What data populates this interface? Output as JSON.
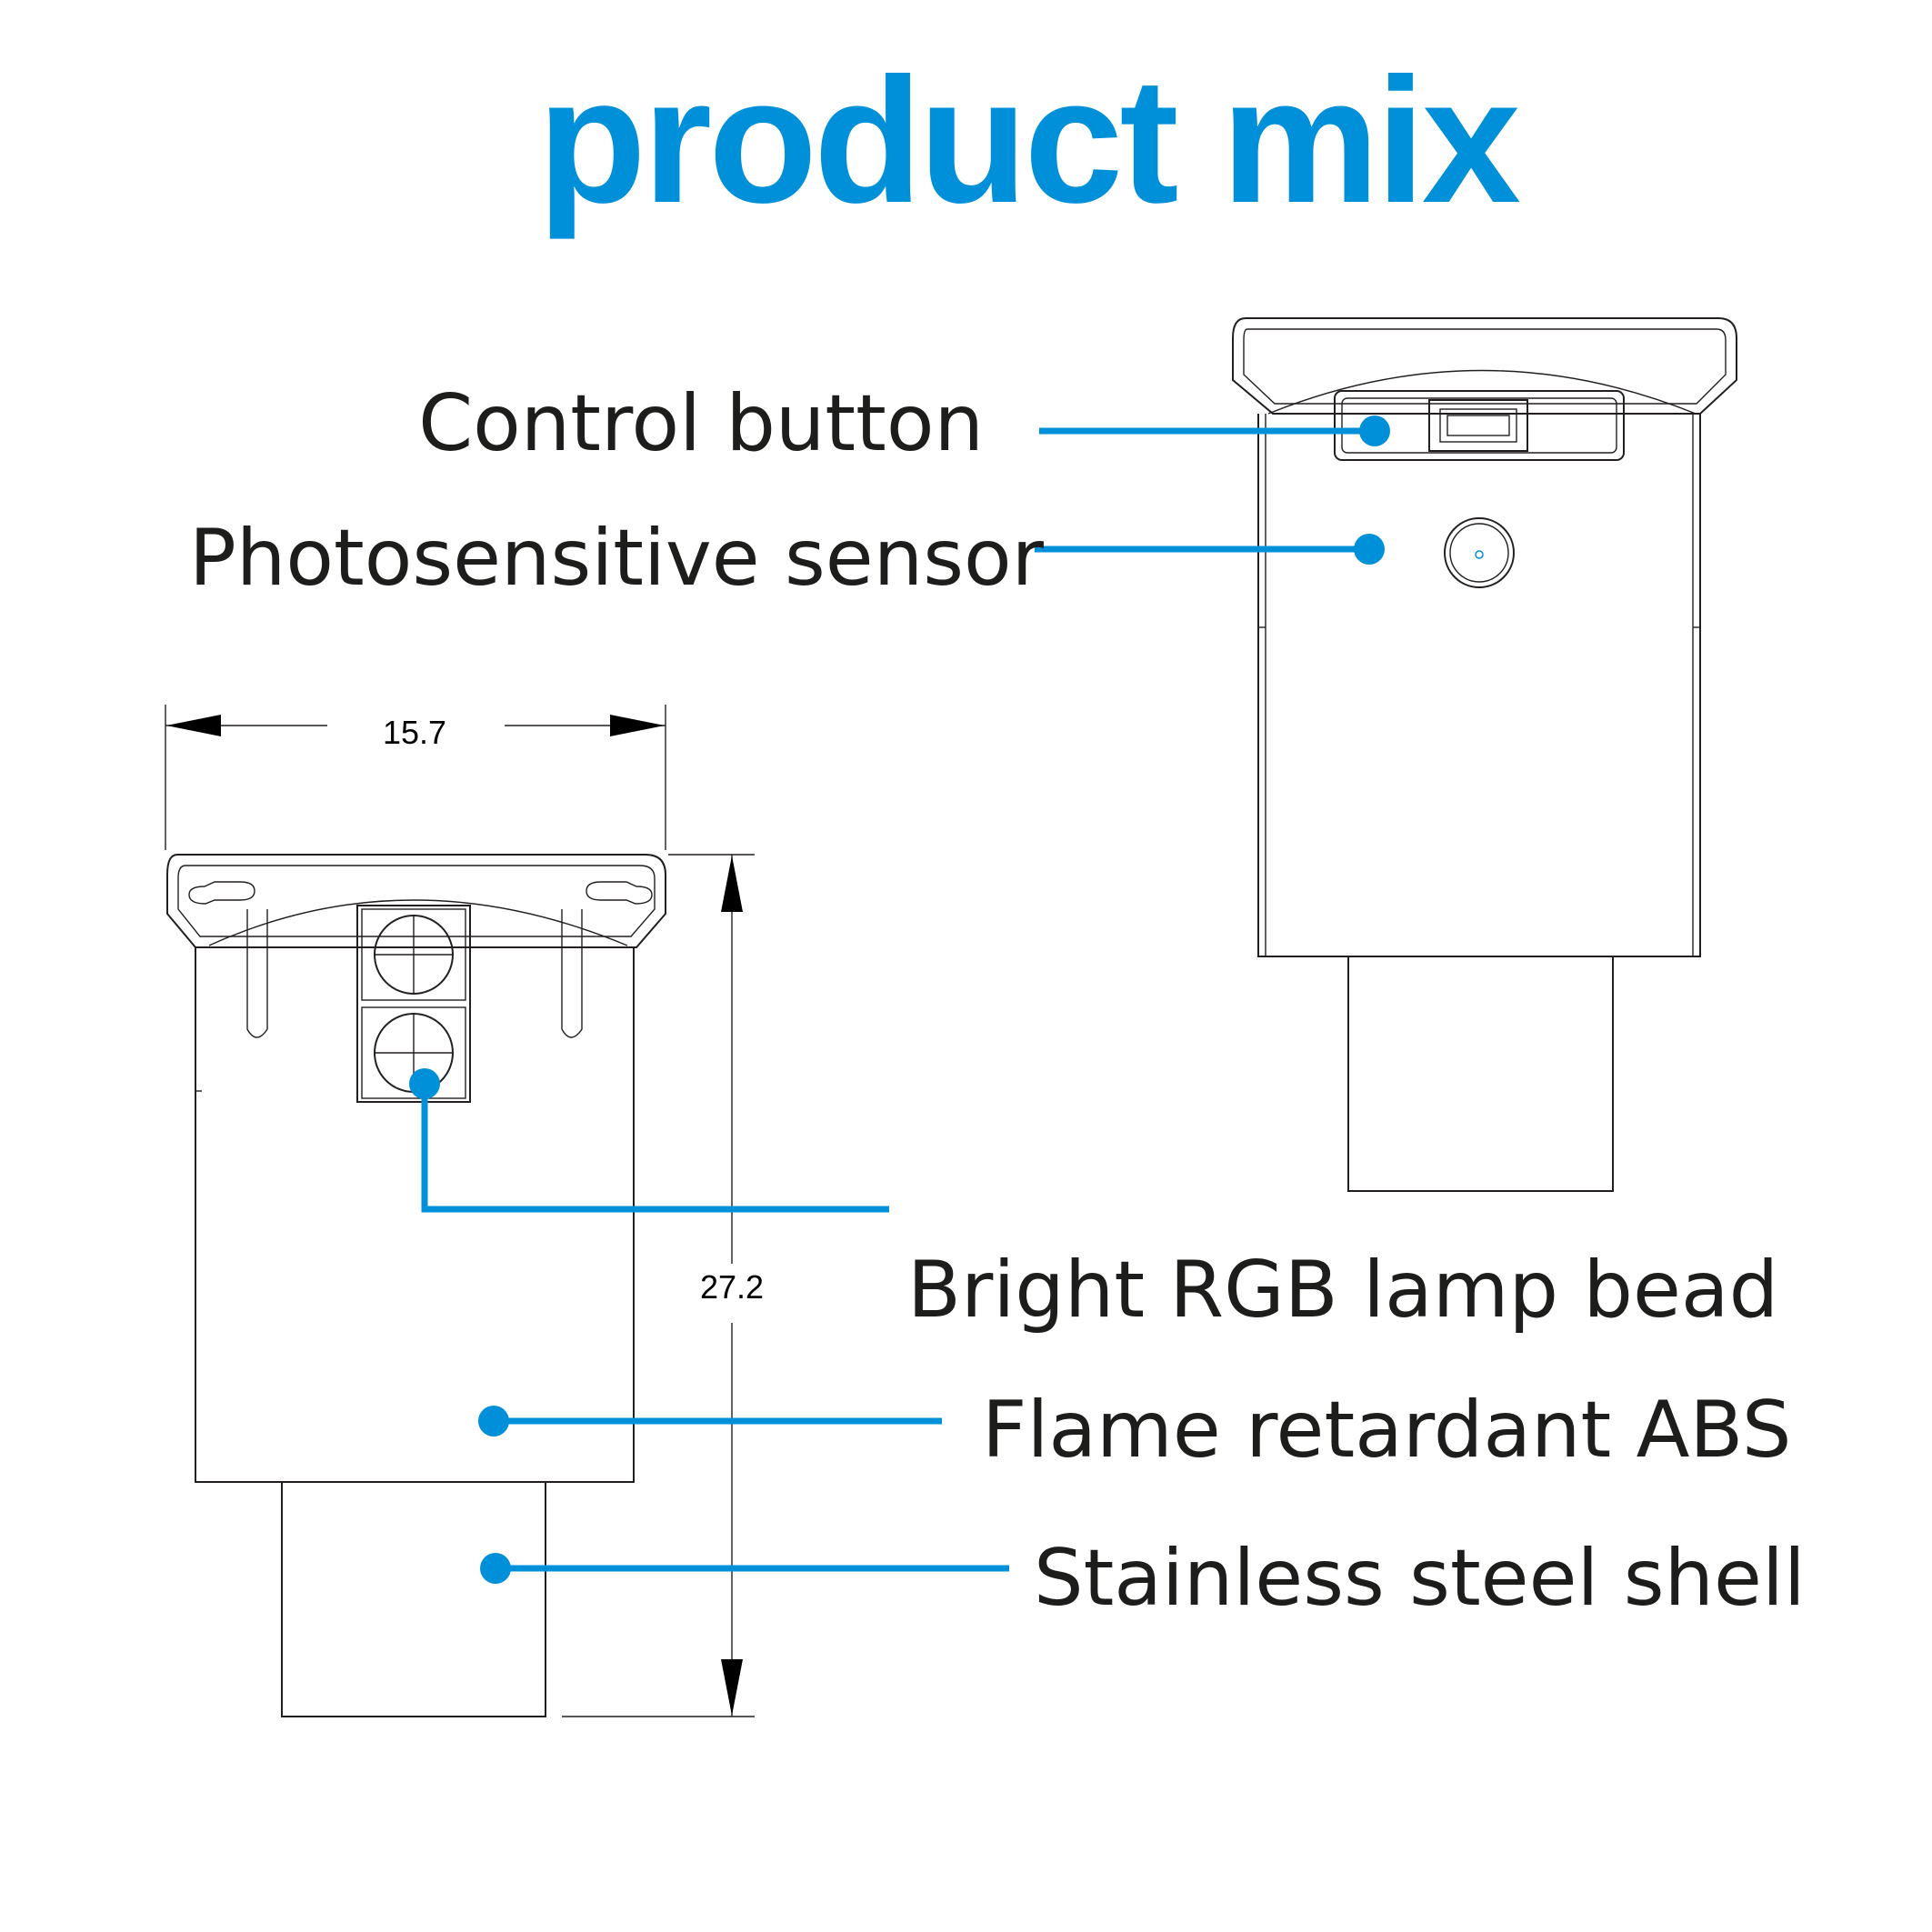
{
  "title": "product mix",
  "accent_color": "#0090d9",
  "labels": {
    "control_button": "Control button",
    "photosensitive_sensor": "Photosensitive sensor",
    "rgb_lamp_bead": "Bright RGB lamp bead",
    "flame_retardant_abs": "Flame retardant ABS",
    "stainless_steel_shell": "Stainless steel shell"
  },
  "dimensions": {
    "width": "15.7",
    "height": "27.2"
  }
}
